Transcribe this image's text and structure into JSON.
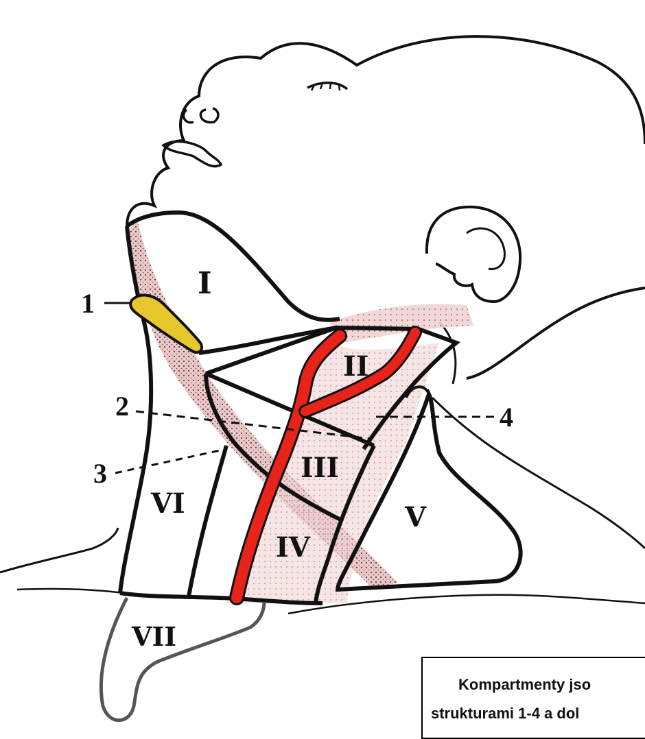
{
  "regions": {
    "I": "I",
    "II": "II",
    "III": "III",
    "IV": "IV",
    "V": "V",
    "VI": "VI",
    "VII": "VII"
  },
  "structure_labels": {
    "one": "1",
    "two": "2",
    "three": "3",
    "four": "4"
  },
  "caption": {
    "line1": "Kompartmenty jso",
    "line2": "strukturami 1-4 a dol"
  },
  "colors": {
    "artery": "#e8231a",
    "muscle_stipple": "#c9848a",
    "gland": "#e6c72c",
    "outline": "#111111"
  }
}
